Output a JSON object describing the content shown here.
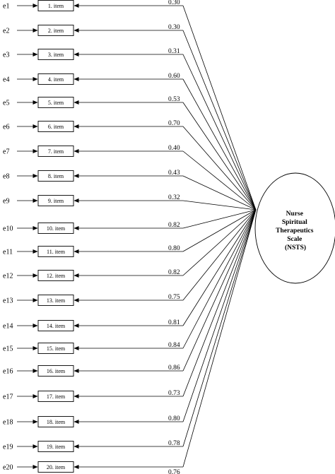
{
  "factor": {
    "label_lines": [
      "Nurse",
      "Spiritual",
      "Therapeutics",
      "Scale",
      "(NSTS)"
    ]
  },
  "items": [
    {
      "error": "e1",
      "item": "1. item",
      "loading": "0.30"
    },
    {
      "error": "e2",
      "item": "2. item",
      "loading": "0.30"
    },
    {
      "error": "e3",
      "item": "3. item",
      "loading": "0.31"
    },
    {
      "error": "e4",
      "item": "4. item",
      "loading": "0.60"
    },
    {
      "error": "e5",
      "item": "5. item",
      "loading": "0.53"
    },
    {
      "error": "e6",
      "item": "6. item",
      "loading": "0.70"
    },
    {
      "error": "e7",
      "item": "7. item",
      "loading": "0.40"
    },
    {
      "error": "e8",
      "item": "8. item",
      "loading": "0.43"
    },
    {
      "error": "e9",
      "item": "9. item",
      "loading": "0.32"
    },
    {
      "error": "e10",
      "item": "10. item",
      "loading": "0.82"
    },
    {
      "error": "e11",
      "item": "11. item",
      "loading": "0.80"
    },
    {
      "error": "e12",
      "item": "12. item",
      "loading": "0.82"
    },
    {
      "error": "e13",
      "item": "13. item",
      "loading": "0.75"
    },
    {
      "error": "e14",
      "item": "14. item",
      "loading": "0.81"
    },
    {
      "error": "e15",
      "item": "15. item",
      "loading": "0.84"
    },
    {
      "error": "e16",
      "item": "16. item",
      "loading": "0.86"
    },
    {
      "error": "e17",
      "item": "17. item",
      "loading": "0.73"
    },
    {
      "error": "e18",
      "item": "18. item",
      "loading": "0.80"
    },
    {
      "error": "e19",
      "item": "19. item",
      "loading": "0.78"
    },
    {
      "error": "e20",
      "item": "20. item",
      "loading": "0.76"
    }
  ]
}
